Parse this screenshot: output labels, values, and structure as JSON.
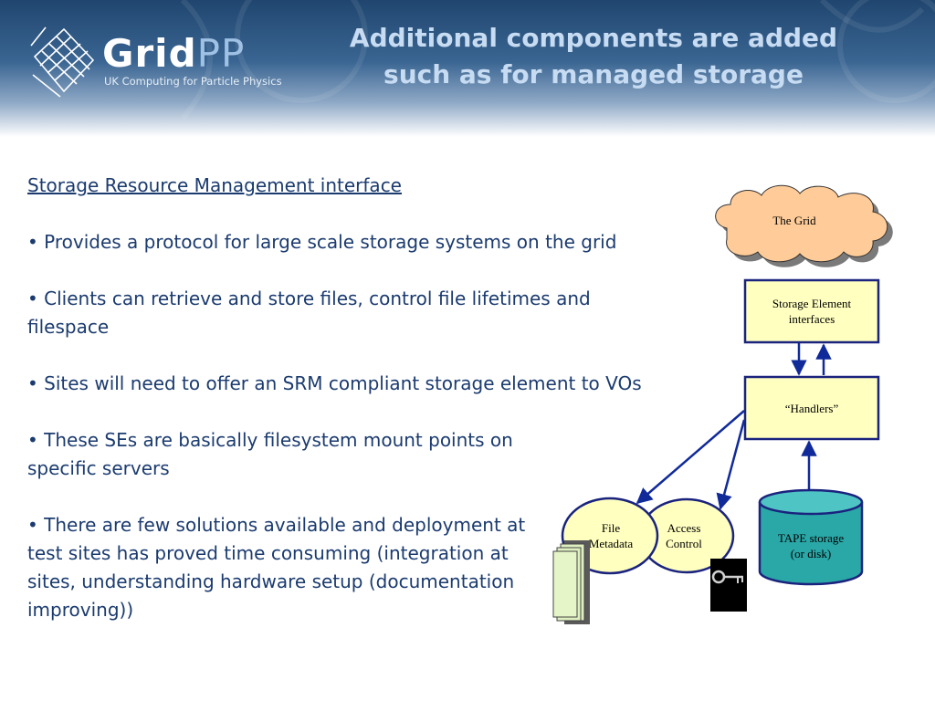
{
  "logo": {
    "word_main": "Grid",
    "word_accent": "PP",
    "subtitle": "UK Computing for Particle Physics"
  },
  "title": {
    "line1": "Additional components are added",
    "line2": "such as for managed storage"
  },
  "content": {
    "heading": "Storage Resource Management interface",
    "bullets": [
      "• Provides a protocol for large scale storage systems on the grid",
      "• Clients can retrieve and store files, control file lifetimes and filespace",
      "• Sites will need to offer an SRM compliant storage element to VOs",
      "• These SEs are basically filesystem mount points on specific servers",
      "• There are few solutions available and deployment at test sites has proved time consuming (integration at sites, understanding hardware setup (documentation improving))"
    ]
  },
  "diagram": {
    "cloud": "The Grid",
    "se_line1": "Storage Element",
    "se_line2": "interfaces",
    "handlers": "“Handlers”",
    "file_line1": "File",
    "file_line2": "Metadata",
    "access_line1": "Access",
    "access_line2": "Control",
    "tape_line1": "TAPE storage",
    "tape_line2": "(or disk)"
  },
  "colors": {
    "text_blue": "#1b3b6f",
    "title_light": "#c7dcf2",
    "box_fill": "#ffffc0",
    "box_stroke": "#1a237e",
    "cloud_fill": "#ffcc99",
    "tape_fill": "#2aa7a7",
    "arrow": "#102a9a"
  },
  "icons": [
    "grid-globe-logo-icon",
    "key-icon",
    "document-stack-icon"
  ]
}
